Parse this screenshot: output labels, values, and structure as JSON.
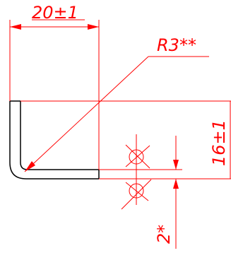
{
  "drawing": {
    "dimensions": {
      "width_label": "20±1",
      "radius_label": "R3**",
      "height_label": "16±1",
      "thickness_label": "2*"
    }
  },
  "colors": {
    "dimension": "#ff0000",
    "part_outline": "#000000",
    "background": "#ffffff"
  }
}
